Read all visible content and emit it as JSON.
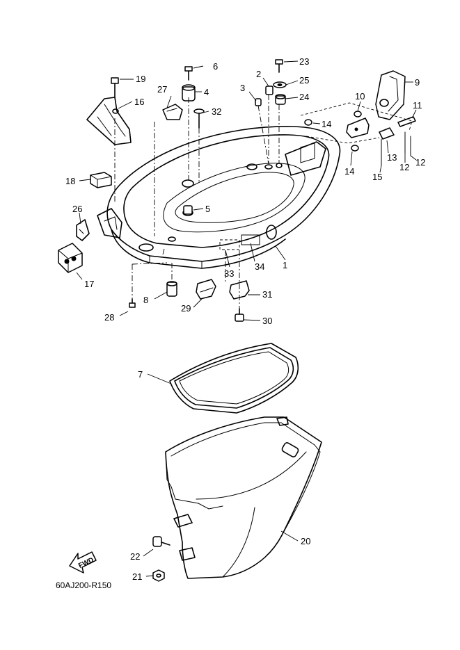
{
  "diagram_code": "60AJ200-R150",
  "direction_label": "FWD",
  "callouts": [
    "1",
    "2",
    "3",
    "4",
    "5",
    "6",
    "7",
    "8",
    "9",
    "10",
    "11",
    "12",
    "12",
    "13",
    "14",
    "14",
    "15",
    "16",
    "17",
    "18",
    "19",
    "20",
    "21",
    "22",
    "23",
    "24",
    "25",
    "26",
    "27",
    "28",
    "29",
    "30",
    "31",
    "32",
    "33",
    "34"
  ]
}
